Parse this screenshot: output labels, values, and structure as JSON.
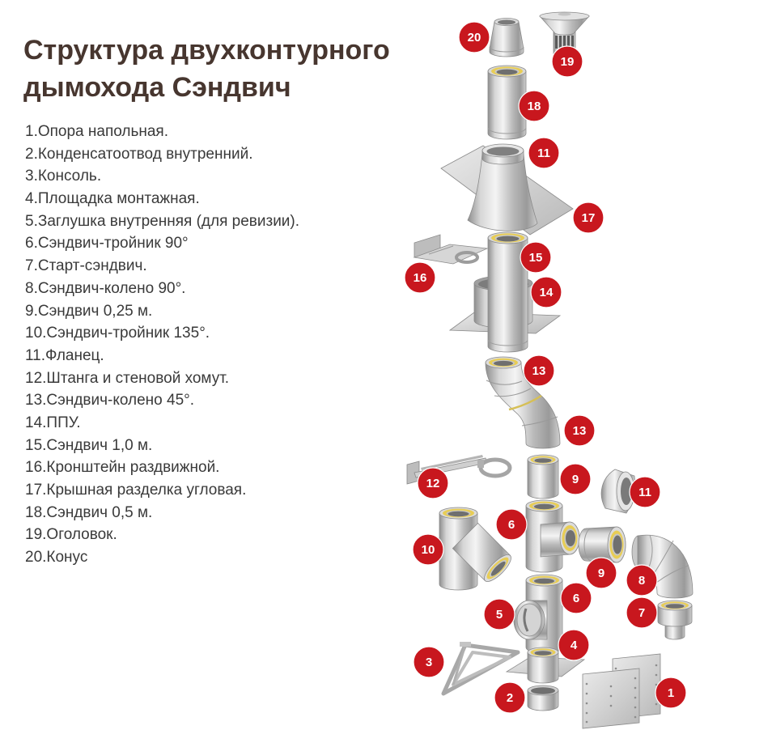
{
  "title": {
    "line1": "Структура двухконтурного",
    "line2": "дымохода Сэндвич"
  },
  "parts_list": [
    "1.Опора напольная.",
    "2.Конденсатоотвод внутренний.",
    "3.Консоль.",
    "4.Площадка монтажная.",
    "5.Заглушка внутренняя (для ревизии).",
    "6.Сэндвич-тройник 90°",
    "7.Старт-сэндвич.",
    "8.Сэндвич-колено 90°.",
    "9.Сэндвич 0,25 м.",
    "10.Сэндвич-тройник 135°.",
    "11.Фланец.",
    "12.Штанга и стеновой хомут.",
    "13.Сэндвич-колено 45°.",
    "14.ППУ.",
    "15.Сэндвич 1,0 м.",
    "16.Кронштейн раздвижной.",
    "17.Крышная разделка угловая.",
    "18.Сэндвич 0,5 м.",
    "19.Оголовок.",
    "20.Конус"
  ],
  "callouts": [
    "20",
    "19",
    "18",
    "11",
    "17",
    "15",
    "16",
    "14",
    "13",
    "13",
    "9",
    "12",
    "11",
    "6",
    "10",
    "9",
    "8",
    "6",
    "5",
    "7",
    "4",
    "3",
    "1",
    "2"
  ],
  "colors": {
    "title": "#47362f",
    "text": "#3a3a3a",
    "callout": "#c8171e",
    "insulation": "#e8cd55",
    "metal": "#c8c8c8"
  }
}
